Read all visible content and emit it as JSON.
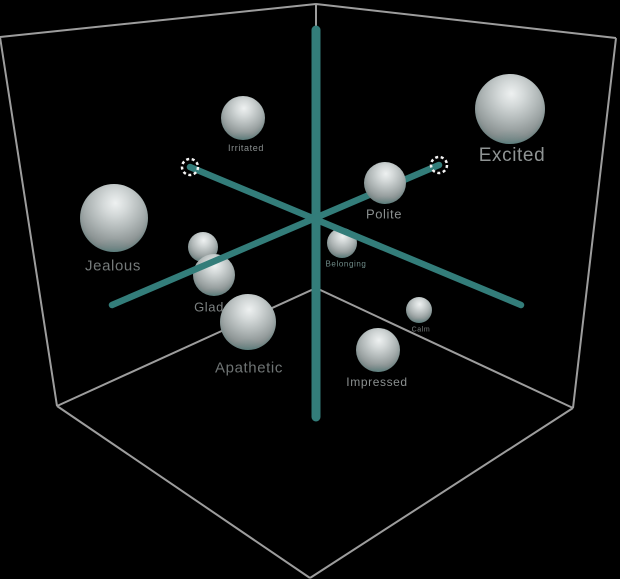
{
  "scene": {
    "background_color": "#000000",
    "axis_color": "#337d7a",
    "wireframe_color": "#9d9d9d",
    "ring_color": "#f2f2f2",
    "sphere_base_color": "#aeb5b5"
  },
  "chart_data": {
    "type": "scatter",
    "projection": "3d",
    "title": "",
    "xlabel": "",
    "ylabel": "",
    "zlabel": "",
    "legend": false,
    "axes_style": "three unlabeled teal axes crossing at the origin inside a gray wireframe cube; no ticks, no gridlines, no numeric scale; white dashed rings mark the far ends of the two upper diagonal axes",
    "size_units": "bubble radius in screen px",
    "points": [
      {
        "label": "Irritated",
        "size": 22
      },
      {
        "label": "Excited",
        "size": 35
      },
      {
        "label": "Jealous",
        "size": 34
      },
      {
        "label": "Polite",
        "size": 21
      },
      {
        "label": "Belonging",
        "size": 15
      },
      {
        "label": "",
        "size": 15
      },
      {
        "label": "Glad",
        "size": 21
      },
      {
        "label": "Apathetic",
        "size": 28
      },
      {
        "label": "Calm",
        "size": 13
      },
      {
        "label": "Impressed",
        "size": 22
      }
    ]
  }
}
